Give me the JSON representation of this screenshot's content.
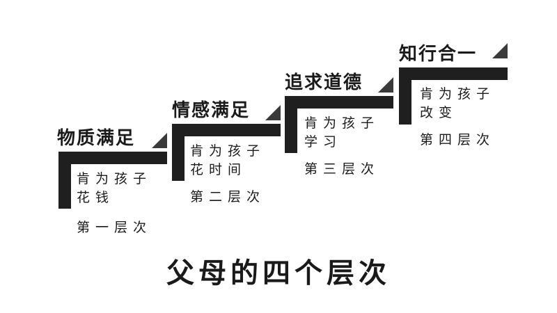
{
  "colors": {
    "stair": "#1f1f1f",
    "stair_shadow": "#595959",
    "text": "#1a1a1a"
  },
  "steps": [
    {
      "title": "物质满足",
      "desc": "肯为孩子\n花钱",
      "level": "第一层次"
    },
    {
      "title": "情感满足",
      "desc": "肯为孩子\n花时间",
      "level": "第二层次"
    },
    {
      "title": "追求道德",
      "desc": "肯为孩子\n学习",
      "level": "第三层次"
    },
    {
      "title": "知行合一",
      "desc": "肯为孩子\n改变",
      "level": "第四层次"
    }
  ],
  "main_title": "父母的四个层次"
}
